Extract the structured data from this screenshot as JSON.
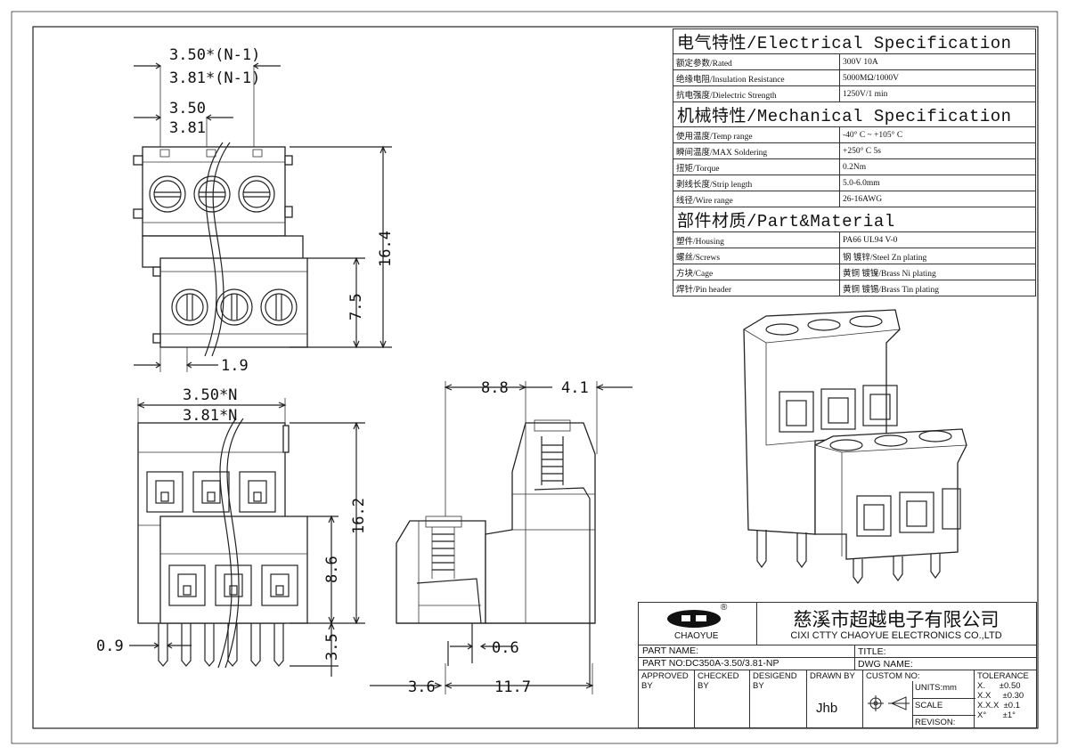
{
  "dimensions": {
    "pitch_n1_350": "3.50*(N-1)",
    "pitch_n1_381": "3.81*(N-1)",
    "pitch_350": "3.50",
    "pitch_381": "3.81",
    "height_164": "16.4",
    "height_75": "7.5",
    "offset_19": "1.9",
    "width_n_350": "3.50*N",
    "width_n_381": "3.81*N",
    "height_162": "16.2",
    "height_86": "8.6",
    "pin_35": "3.5",
    "pin_09": "0.9",
    "side_88": "8.8",
    "side_41": "4.1",
    "side_06": "0.6",
    "side_36": "3.6",
    "side_117": "11.7"
  },
  "spec": {
    "electrical_title": "电气特性/Electrical Specification",
    "electrical_rows": [
      {
        "label": "额定参数/Rated",
        "value": "300V  10A"
      },
      {
        "label": "绝缘电阻/Insulation Resistance",
        "value": "5000MΩ/1000V"
      },
      {
        "label": "抗电强度/Dielectric Strength",
        "value": "1250V/1 min"
      }
    ],
    "mechanical_title": "机械特性/Mechanical Specification",
    "mechanical_rows": [
      {
        "label": "使用温度/Temp range",
        "value": "-40° C ~ +105° C"
      },
      {
        "label": "瞬间温度/MAX Soldering",
        "value": "+250° C   5s"
      },
      {
        "label": "扭矩/Torque",
        "value": "0.2Nm"
      },
      {
        "label": "剥线长度/Strip length",
        "value": "5.0-6.0mm"
      },
      {
        "label": "线径/Wire range",
        "value": "26-16AWG"
      }
    ],
    "material_title": "部件材质/Part&Material",
    "material_rows": [
      {
        "label": "塑件/Housing",
        "value": "PA66 UL94 V-0"
      },
      {
        "label": "螺丝/Screws",
        "value": "钢 镀锌/Steel Zn plating"
      },
      {
        "label": "方块/Cage",
        "value": "黄铜 镀镍/Brass Ni plating"
      },
      {
        "label": "焊针/Pin header",
        "value": "黄铜 镀锡/Brass Tin plating"
      }
    ]
  },
  "title_block": {
    "logo_text": "CHAOYUE",
    "logo_mark": "®",
    "company_cn": "慈溪市超越电子有限公司",
    "company_en": "CIXI CTTY CHAOYUE ELECTRONICS CO.,LTD",
    "part_name_label": "PART NAME:",
    "title_label": "TITLE:",
    "part_no": "PART NO:DC350A-3.50/3.81-NP",
    "dwg_name_label": "DWG NAME:",
    "approved_by": "APPROVED BY",
    "checked_by": "CHECKED BY",
    "designed_by": "DESIGEND BY",
    "drawn_by": "DRAWN BY",
    "drawn_by_value": "Jhb",
    "custom_no": "CUSTOM NO:",
    "units": "UNITS:mm",
    "scale": "SCALE",
    "revision": "REVISON:",
    "tolerance": "TOLERANCE",
    "tol_rows": [
      "X.      ±0.50",
      "X.X     ±0.30",
      "X.X.X  ±0.1",
      "X°       ±1°"
    ]
  }
}
